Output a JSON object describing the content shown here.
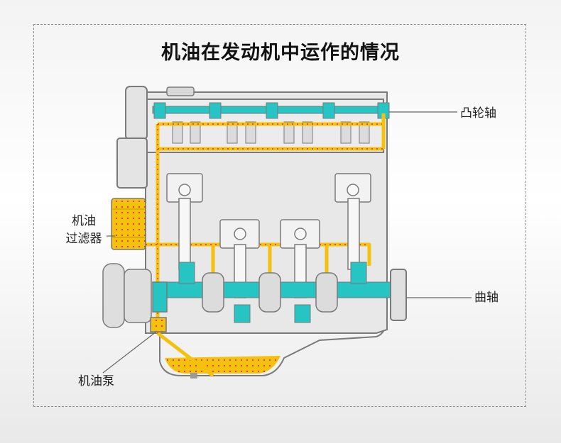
{
  "title": "机油在发动机中运作的情况",
  "labels": {
    "camshaft": "凸轮轴",
    "crankshaft": "曲轴",
    "oil_filter_line1": "机油",
    "oil_filter_line2": "过滤器",
    "oil_pump": "机油泵"
  },
  "colors": {
    "oil": "#f4c20d",
    "coolant_parts": "#27c4c4",
    "engine_outline": "#7a7a7a",
    "engine_fill": "#e6e6e6",
    "oil_dots": "#e0312b"
  }
}
